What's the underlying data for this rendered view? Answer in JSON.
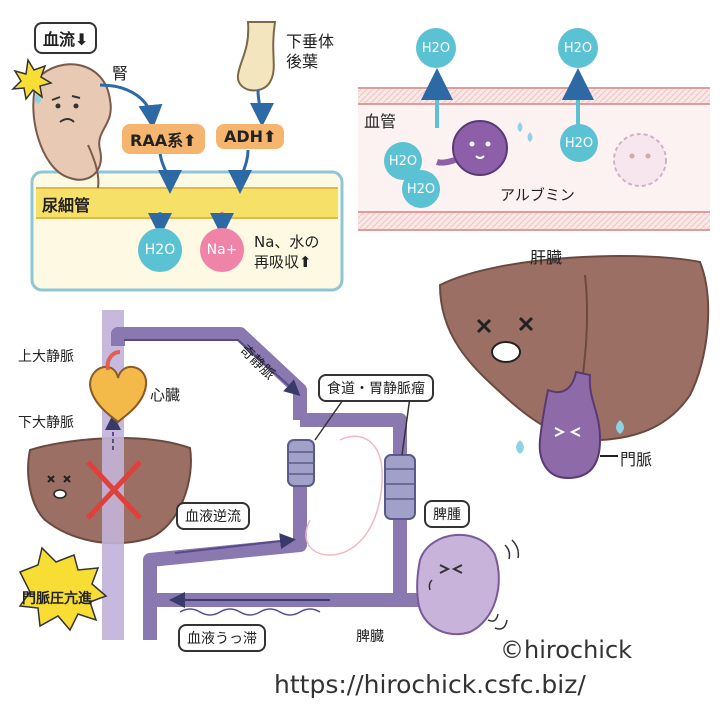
{
  "kidney_panel": {
    "blood_flow": "血流",
    "blood_flow_arrow": "⬇",
    "kidney": "腎",
    "pituitary_line1": "下垂体",
    "pituitary_line2": "後葉",
    "raa": "RAA系",
    "adh": "ADH",
    "up_arrow": "⬆",
    "tubule": "尿細管",
    "h2o": "H2O",
    "na": "Na+",
    "reabsorb_line1": "Na、水の",
    "reabsorb_line2": "再吸収"
  },
  "vessel_panel": {
    "vessel": "血管",
    "h2o": "H2O",
    "albumin": "アルブミン"
  },
  "liver_panel": {
    "liver": "肝臓",
    "portal_vein": "門脈"
  },
  "circulation_panel": {
    "svc": "上大静脈",
    "ivc": "下大静脈",
    "heart": "心臓",
    "azygos": "奇静脈",
    "varices": "食道・胃静脈瘤",
    "backflow": "血液逆流",
    "splenomegaly": "脾腫",
    "portal_htn": "門脈圧亢進",
    "stasis": "血液うっ滞",
    "spleen": "脾臓"
  },
  "credits": {
    "copyright": "©hirochick",
    "url": "https://hirochick.csfc.biz/"
  },
  "colors": {
    "vein": "#8a78b0",
    "vein_light": "#b9a8d6",
    "liver": "#9b6f64",
    "tubule": "#f7e067",
    "vessel_wall": "#e9a7a7",
    "water": "#5bc2d4",
    "sodium": "#ef83a8",
    "orange": "#f5b56e"
  }
}
